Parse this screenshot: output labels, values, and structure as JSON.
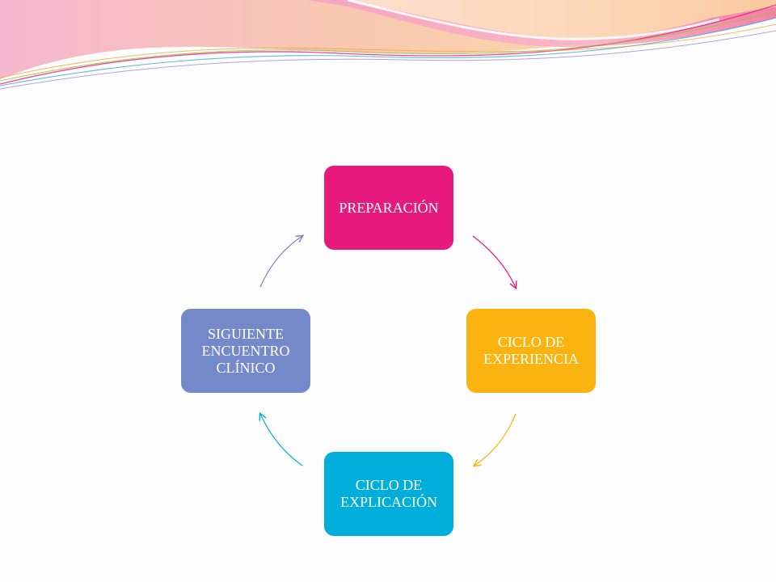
{
  "diagram": {
    "nodes": [
      {
        "id": "preparacion",
        "label": "PREPARACIÓN",
        "color": "#e8197d"
      },
      {
        "id": "experiencia",
        "label": "CICLO DE\nEXPERIENCIA",
        "color": "#fbb40f"
      },
      {
        "id": "explicacion",
        "label": "CICLO DE\nEXPLICACIÓN",
        "color": "#00aedc"
      },
      {
        "id": "siguiente",
        "label": "SIGUIENTE\nENCUENTRO\nCLÍNICO",
        "color": "#7389c9"
      }
    ],
    "arrow_colors": [
      "#e8197d",
      "#fbb40f",
      "#00aedc",
      "#7389c9"
    ]
  },
  "theme": {
    "background": "#fdfdfd",
    "banner_colors": [
      "#f6a6c4",
      "#fbd7a6",
      "#f9c9d6"
    ]
  }
}
